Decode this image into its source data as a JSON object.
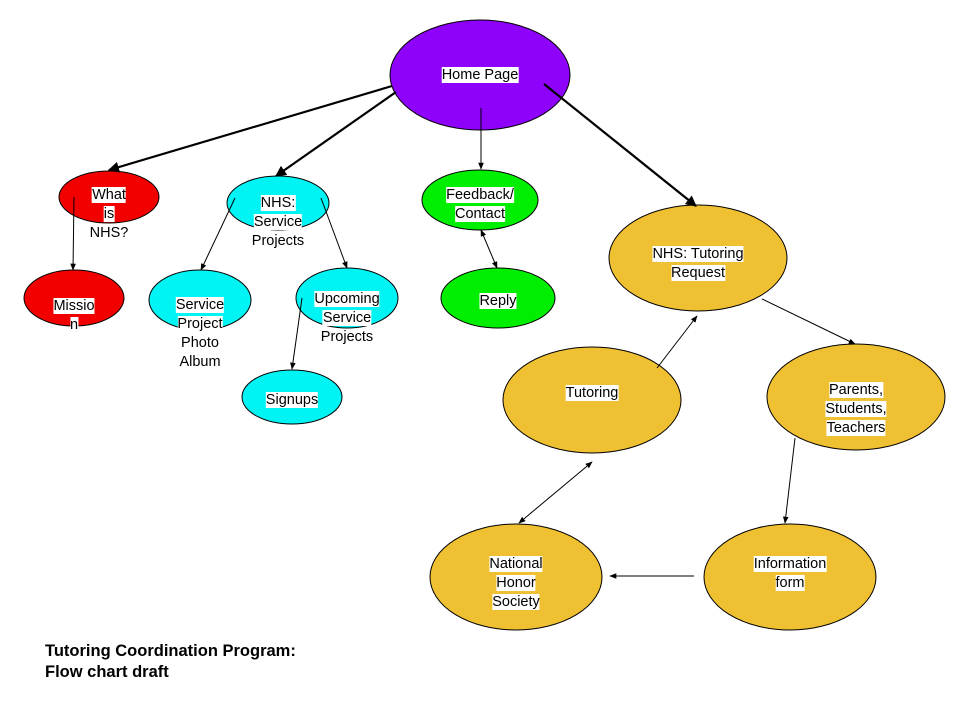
{
  "caption": {
    "line1": "Tutoring Coordination Program:",
    "line2": "Flow chart draft"
  },
  "colors": {
    "home": "#8e02fb",
    "about": "#f20000",
    "service": "#00f4f4",
    "feedback": "#00ee00",
    "tutoring": "#f0c033",
    "stroke": "#000000"
  },
  "nodes": {
    "home": {
      "label": "Home Page",
      "color_key": "home"
    },
    "what_is_nhs": {
      "label": "What\nis\nNHS?",
      "color_key": "about"
    },
    "mission": {
      "label": "Missio\nn",
      "color_key": "about"
    },
    "service_projects": {
      "label": "NHS:\nService\nProjects",
      "color_key": "service"
    },
    "photo_album": {
      "label": "Service\nProject\nPhoto\nAlbum",
      "color_key": "service"
    },
    "upcoming_projects": {
      "label": "Upcoming\nService\nProjects",
      "color_key": "service"
    },
    "signups": {
      "label": "Signups",
      "color_key": "service"
    },
    "feedback_contact": {
      "label": "Feedback/\nContact",
      "color_key": "feedback"
    },
    "reply": {
      "label": "Reply",
      "color_key": "feedback"
    },
    "tutoring_request": {
      "label": "NHS: Tutoring\nRequest",
      "color_key": "tutoring"
    },
    "parents_students_teachers": {
      "label": "Parents,\nStudents,\nTeachers",
      "color_key": "tutoring"
    },
    "information_form": {
      "label": "Information\nform",
      "color_key": "tutoring"
    },
    "national_honor_society": {
      "label": "National\nHonor\nSociety",
      "color_key": "tutoring"
    },
    "tutoring": {
      "label": "Tutoring",
      "color_key": "tutoring"
    }
  },
  "edges": [
    {
      "from": "home",
      "to": "what_is_nhs",
      "direction": "forward"
    },
    {
      "from": "home",
      "to": "service_projects",
      "direction": "forward"
    },
    {
      "from": "home",
      "to": "feedback_contact",
      "direction": "forward"
    },
    {
      "from": "home",
      "to": "tutoring_request",
      "direction": "forward"
    },
    {
      "from": "what_is_nhs",
      "to": "mission",
      "direction": "forward"
    },
    {
      "from": "service_projects",
      "to": "photo_album",
      "direction": "forward"
    },
    {
      "from": "service_projects",
      "to": "upcoming_projects",
      "direction": "forward"
    },
    {
      "from": "upcoming_projects",
      "to": "signups",
      "direction": "forward"
    },
    {
      "from": "feedback_contact",
      "to": "reply",
      "direction": "both"
    },
    {
      "from": "tutoring_request",
      "to": "parents_students_teachers",
      "direction": "forward"
    },
    {
      "from": "parents_students_teachers",
      "to": "information_form",
      "direction": "forward"
    },
    {
      "from": "information_form",
      "to": "national_honor_society",
      "direction": "forward"
    },
    {
      "from": "national_honor_society",
      "to": "tutoring",
      "direction": "both"
    },
    {
      "from": "tutoring",
      "to": "tutoring_request",
      "direction": "forward"
    }
  ]
}
